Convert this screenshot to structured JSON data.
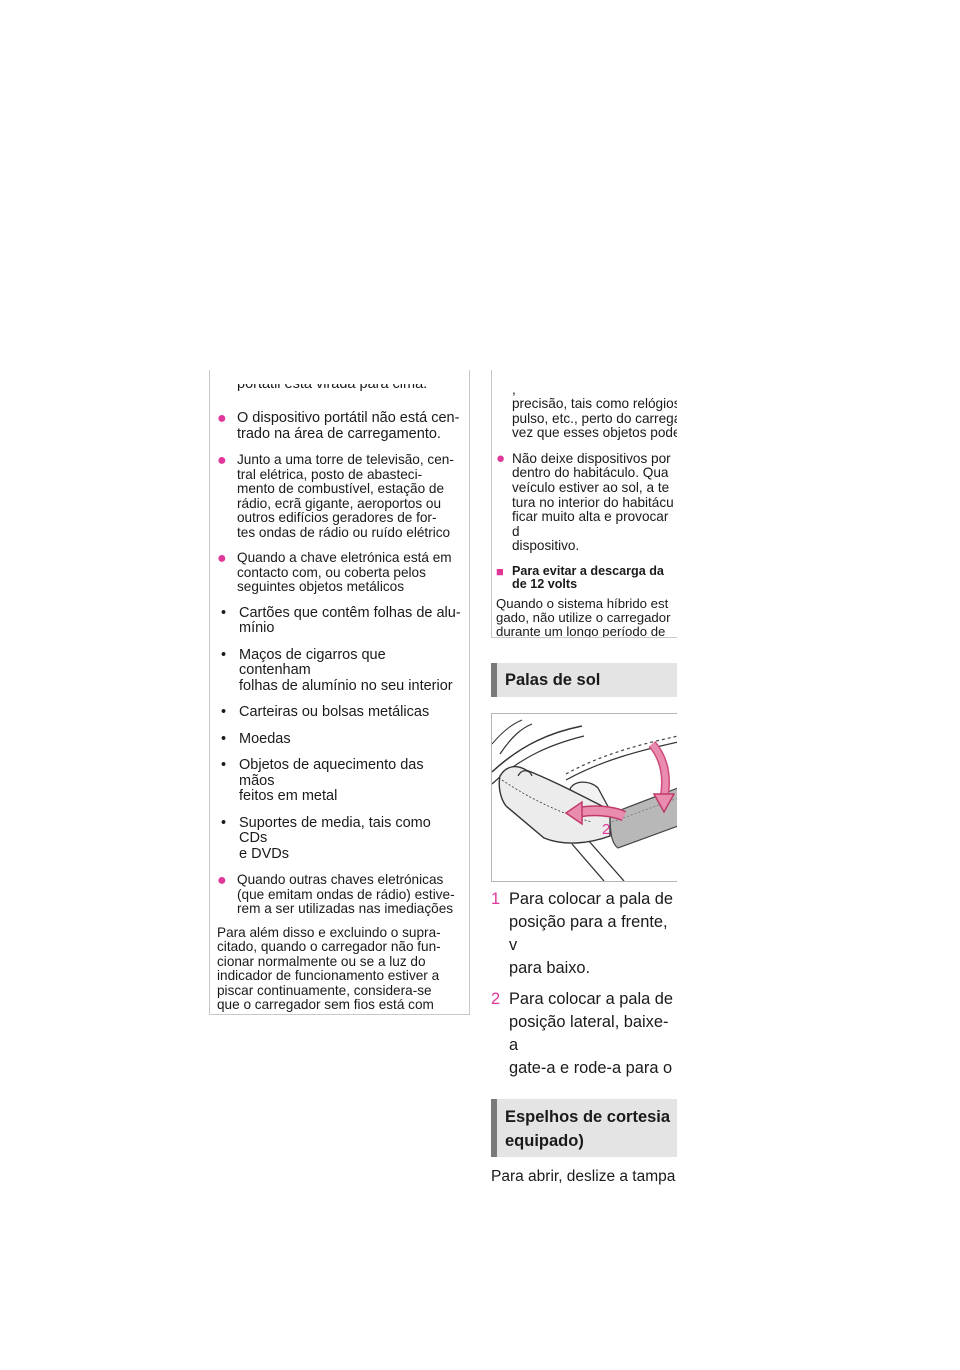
{
  "left": {
    "cut_top": "portátil está virada para cima.",
    "bullets_a": [
      "O dispositivo portátil não está cen-\ntrado na área de carregamento.",
      "Junto a uma torre de televisão, cen-\ntral elétrica, posto de abasteci-\nmento de combustível, estação de\nrádio, ecrã gigante, aeroportos ou\noutros edifícios geradores de for-\ntes ondas de rádio ou ruído elétrico",
      "Quando a chave eletrónica está em\ncontacto com, ou coberta pelos\nseguintes objetos metálicos"
    ],
    "subitems": [
      "Cartões que contêm folhas de alu-\nmínio",
      "Maços de cigarros que contenham\nfolhas de alumínio no seu interior",
      "Carteiras ou bolsas metálicas",
      "Moedas",
      "Objetos de aquecimento das mãos\nfeitos em metal",
      "Suportes de media, tais como CDs\ne DVDs"
    ],
    "bullet_b": "Quando outras chaves eletrónicas\n(que emitam ondas de rádio) estive-\nrem a ser utilizadas nas imediações",
    "paragraph": "Para além disso e excluindo o supra-\ncitado, quando o carregador não fun-\ncionar normalmente ou se a luz do\nindicador de funcionamento estiver a\npiscar continuamente, considera-se\nque o carregador sem fios está com\nalgum problema. Contacte um con-\ncessionário Toyota autorizado."
  },
  "right": {
    "cut_lines": [
      ",",
      "precisão, tais como relógios",
      "pulso, etc., perto do carrega",
      "vez que esses objetos pode"
    ],
    "bullet": "Não deixe dispositivos por\ndentro do habitáculo. Qua\nveículo estiver ao sol, a te\ntura no interior do habitácu\nficar muito alta e provocar d\ndispositivo.",
    "subhead": "Para evitar a descarga da\nde 12 volts",
    "subpara": "Quando o sistema híbrido est\ngado, não utilize o carregador\ndurante um longo período de",
    "section1": "Palas de sol",
    "illus_label": "2",
    "steps": [
      {
        "num": "1",
        "text": "Para colocar a pala de\nposição para a frente, v\npara baixo."
      },
      {
        "num": "2",
        "text": "Para colocar a pala de\nposição lateral, baixe-a\ngate-a e rode-a para o"
      }
    ],
    "section2": "Espelhos de cortesia\nequipado)",
    "last_line": "Para abrir, deslize a tampa"
  },
  "colors": {
    "accent": "#e0379b",
    "section_bg": "#e4e4e4",
    "section_bar": "#7a7a7a"
  }
}
